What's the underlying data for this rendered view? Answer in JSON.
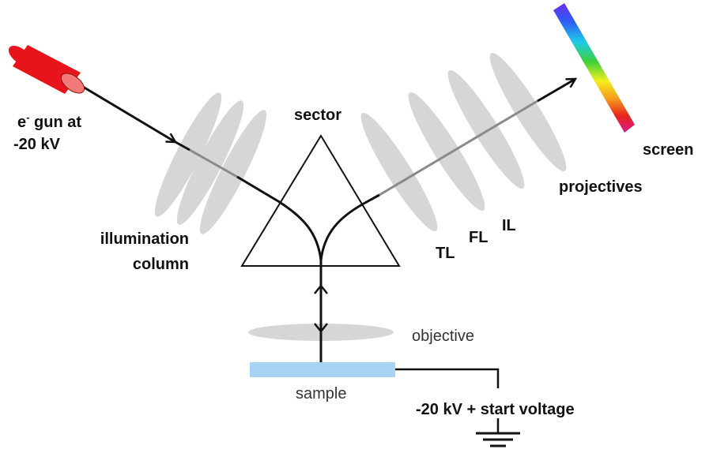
{
  "labels": {
    "gun_line1_prefix": "e",
    "gun_line1_superscript": "-",
    "gun_line1_suffix": " gun at",
    "gun_line2": "-20 kV",
    "sector": "sector",
    "screen": "screen",
    "projectives": "projectives",
    "illumination_line1": "illumination",
    "illumination_line2": "column",
    "tl": "TL",
    "fl": "FL",
    "il": "IL",
    "objective": "objective",
    "sample": "sample",
    "voltage": "-20 kV + start voltage"
  },
  "colors": {
    "gun": "#e8141c",
    "gun_face": "#f47a7a",
    "lens": "#d6d6d6",
    "beam": "#111111",
    "beam_in_lens": "#8a8a8a",
    "sample": "#a9d3f2",
    "wire": "#111111",
    "screen_gradient": [
      "#6a2cf0",
      "#2e5cf5",
      "#20c9e8",
      "#3ad13c",
      "#f3ee1c",
      "#f59b1c",
      "#e8241c",
      "#d61c8a"
    ]
  },
  "icons": {
    "gun": "electron-gun-icon",
    "ground": "ground-symbol-icon"
  }
}
